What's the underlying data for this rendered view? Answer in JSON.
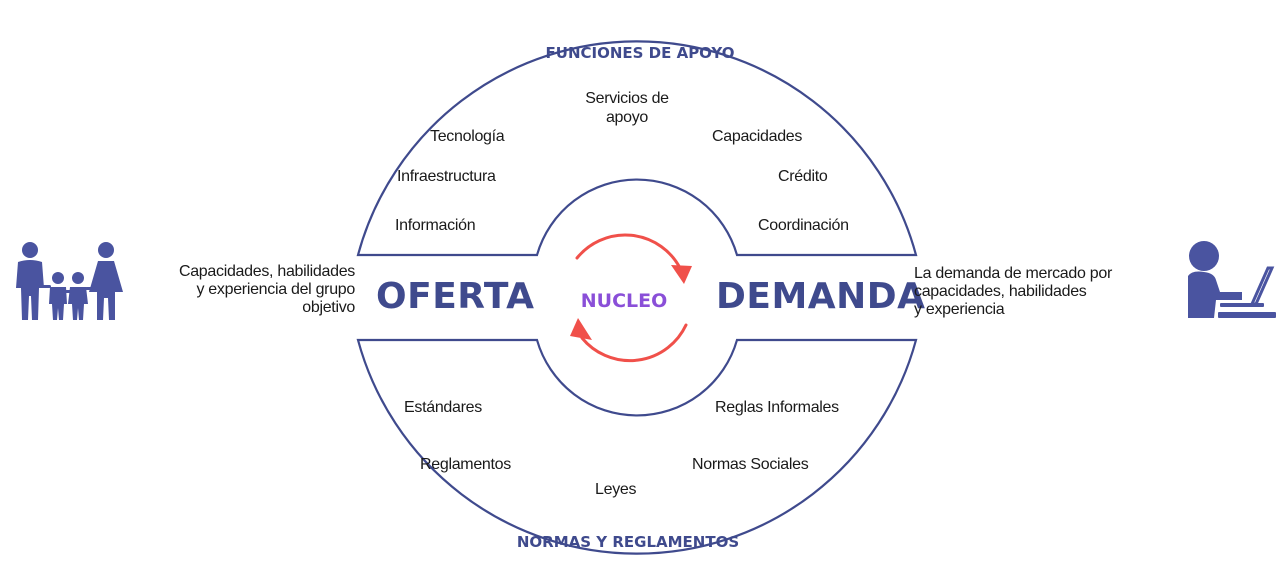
{
  "header": {
    "title": "FUNCIONES DE APOYO"
  },
  "footer": {
    "title": "NORMAS Y REGLAMENTOS"
  },
  "core": {
    "label": "NUCLEO"
  },
  "supply": {
    "label": "OFERTA",
    "description_lines": [
      "Capacidades, habilidades",
      "y experiencia del grupo",
      "objetivo"
    ],
    "icon": "family-icon"
  },
  "demand": {
    "label": "DEMANDA",
    "description_lines": [
      "La demanda de mercado por",
      "capacidades, habilidades",
      "y experiencia"
    ],
    "icon": "person-laptop-icon"
  },
  "support_functions": {
    "services": [
      "Servicios de",
      "apoyo"
    ],
    "technology": "Tecnología",
    "capacities": "Capacidades",
    "infrastructure": "Infraestructura",
    "credit": "Crédito",
    "information": "Información",
    "coordination": "Coordinación"
  },
  "rules": {
    "standards": "Estándares",
    "informal_rules": "Reglas Informales",
    "regulations": "Reglamentos",
    "social_norms": "Normas Sociales",
    "laws": "Leyes"
  },
  "colors": {
    "outline": "#3f4a8d",
    "label": "#3f4a8d",
    "nucleo": "#8a4fd8",
    "cycle_arrows": "#f0504a",
    "icons": "#4a54a0"
  }
}
